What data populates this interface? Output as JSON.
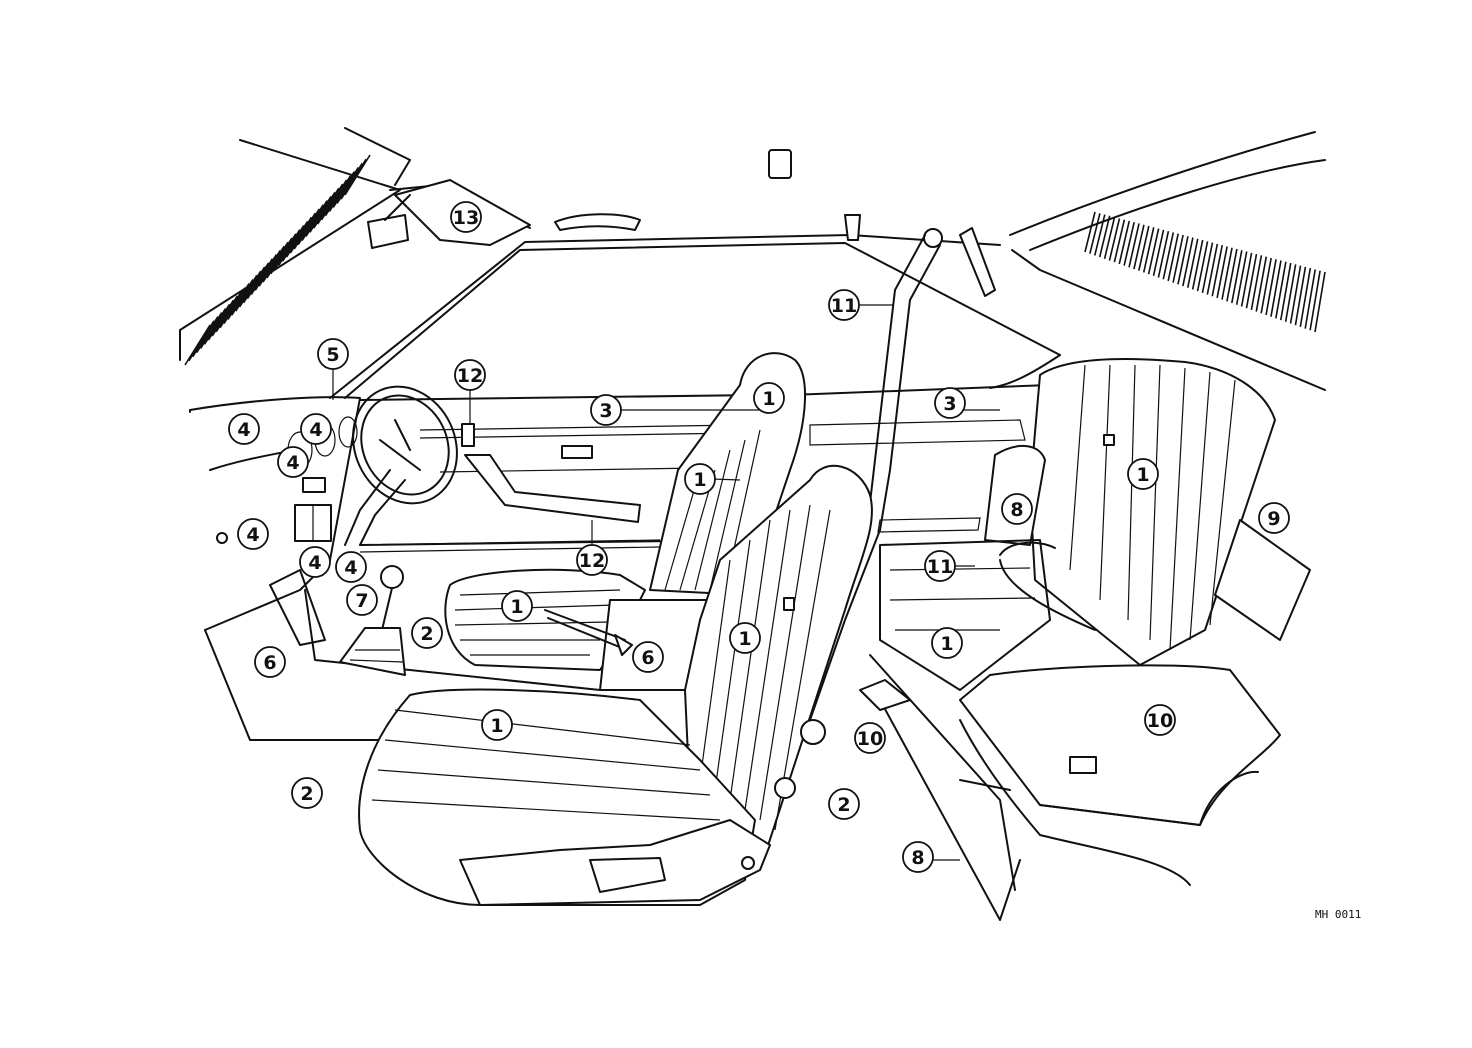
{
  "diagram": {
    "figure_code": "MH 0011",
    "labels": {
      "seat": "1",
      "floor_carpet": "2",
      "door_trim": "3",
      "dash_panel": "4",
      "a_pillar": "5",
      "console": "6",
      "shift_knob": "7",
      "quarter_trim": "8",
      "rear_side_trim": "9",
      "rear_seat_cushion": "10",
      "seat_belt": "11",
      "door_handle": "12",
      "sun_visor": "13"
    },
    "parts": [
      "rear-window",
      "windshield",
      "rear-view-mirror",
      "sun-visor",
      "roof-grab-handle",
      "dome-light",
      "seat-belt-anchor",
      "instrument-panel",
      "steering-wheel",
      "gear-shift",
      "hand-brake",
      "left-door-panel",
      "right-door-panel",
      "front-driver-seat",
      "front-passenger-seat",
      "rear-seat-back",
      "rear-seat-cushion",
      "floor-carpet",
      "center-console",
      "quarter-trim",
      "rear-side-trim"
    ]
  }
}
